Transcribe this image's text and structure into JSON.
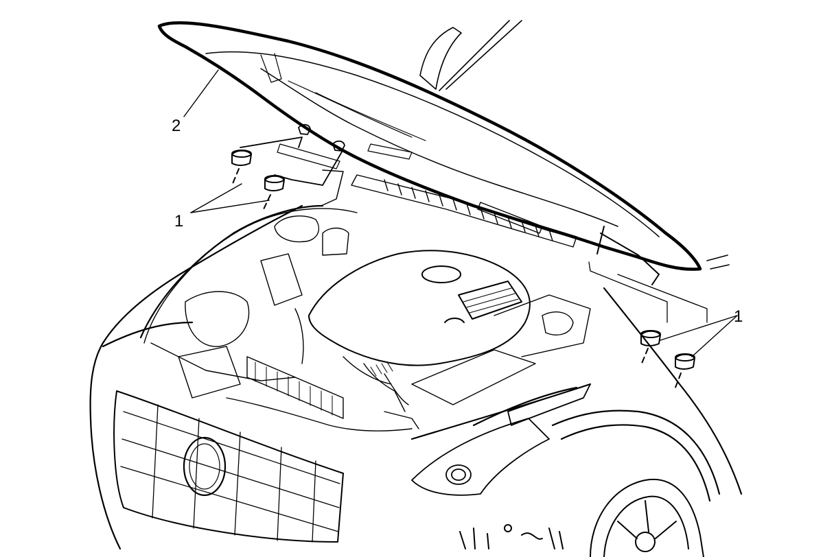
{
  "callouts": {
    "hood": "2",
    "bumpers_left": "1",
    "bumpers_right": "1"
  },
  "colors": {
    "line": "#000000",
    "background": "#ffffff"
  }
}
